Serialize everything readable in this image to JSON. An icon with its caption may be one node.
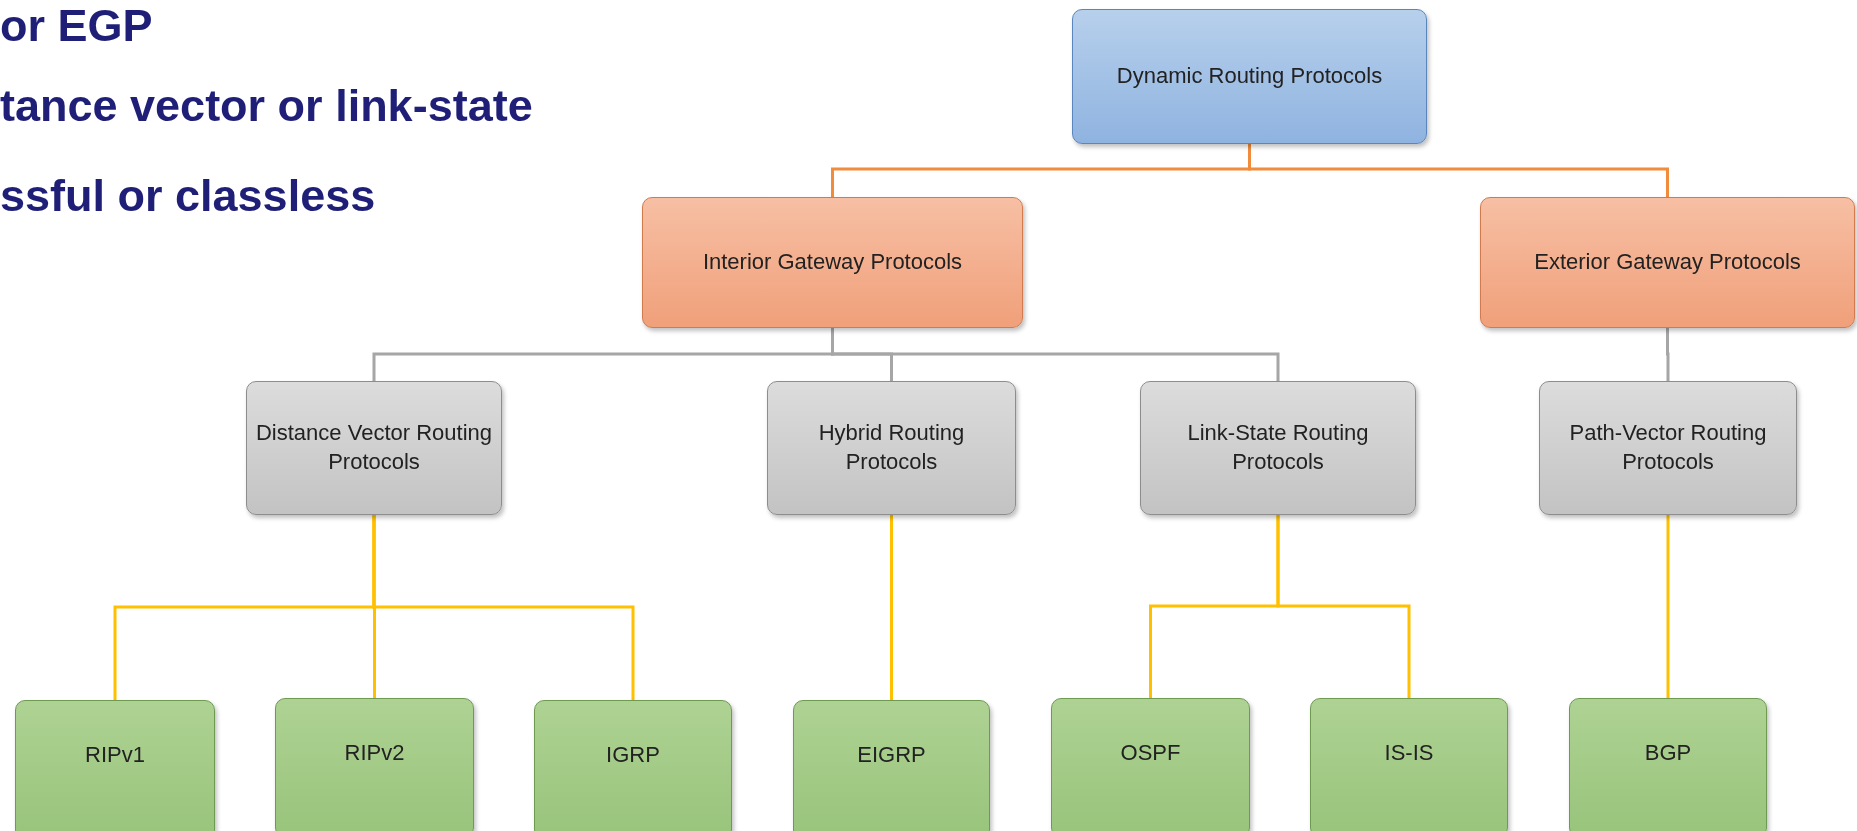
{
  "diagram": {
    "nodes": [
      {
        "text": [
          "Dynamic Routing Protocols"
        ]
      },
      {
        "text": [
          "Interior Gateway Protocols"
        ]
      },
      {
        "text": [
          "Exterior Gateway Protocols"
        ]
      },
      {
        "text": [
          "Distance Vector Routing Protocols"
        ]
      },
      {
        "text": [
          "Hybrid Routing Protocols"
        ]
      },
      {
        "text": [
          "Link-State Routing Protocols"
        ]
      },
      {
        "text": [
          "Path-Vector Routing Protocols"
        ]
      },
      {
        "text": [
          "RIPv1"
        ]
      },
      {
        "text": [
          "RIPv2"
        ]
      },
      {
        "text": [
          "IGRP"
        ]
      },
      {
        "text": [
          "EIGRP"
        ]
      },
      {
        "text": [
          "OSPF"
        ]
      },
      {
        "text": [
          "IS-IS"
        ]
      },
      {
        "text": [
          "BGP"
        ]
      }
    ],
    "edges": [
      {
        "from": 0,
        "to": 1,
        "arrow": "none",
        "color": "#f08c3c"
      },
      {
        "from": 0,
        "to": 2,
        "arrow": "none",
        "color": "#f08c3c"
      },
      {
        "from": 1,
        "to": 3,
        "arrow": "none",
        "color": "#a6a6a6"
      },
      {
        "from": 1,
        "to": 4,
        "arrow": "none",
        "color": "#a6a6a6"
      },
      {
        "from": 1,
        "to": 5,
        "arrow": "none",
        "color": "#a6a6a6"
      },
      {
        "from": 2,
        "to": 6,
        "arrow": "none",
        "color": "#a6a6a6"
      },
      {
        "from": 3,
        "to": 7,
        "arrow": "none"
      },
      {
        "from": 3,
        "to": 8,
        "arrow": "none"
      },
      {
        "from": 3,
        "to": 9,
        "arrow": "none"
      },
      {
        "from": 4,
        "to": 10,
        "arrow": "none"
      },
      {
        "from": 5,
        "to": 11,
        "arrow": "none"
      },
      {
        "from": 5,
        "to": 12,
        "arrow": "none"
      },
      {
        "from": 6,
        "to": 13,
        "arrow": "none"
      }
    ],
    "labels": [
      "or EGP",
      "tance vector or link-state",
      "ssful or classless"
    ]
  }
}
